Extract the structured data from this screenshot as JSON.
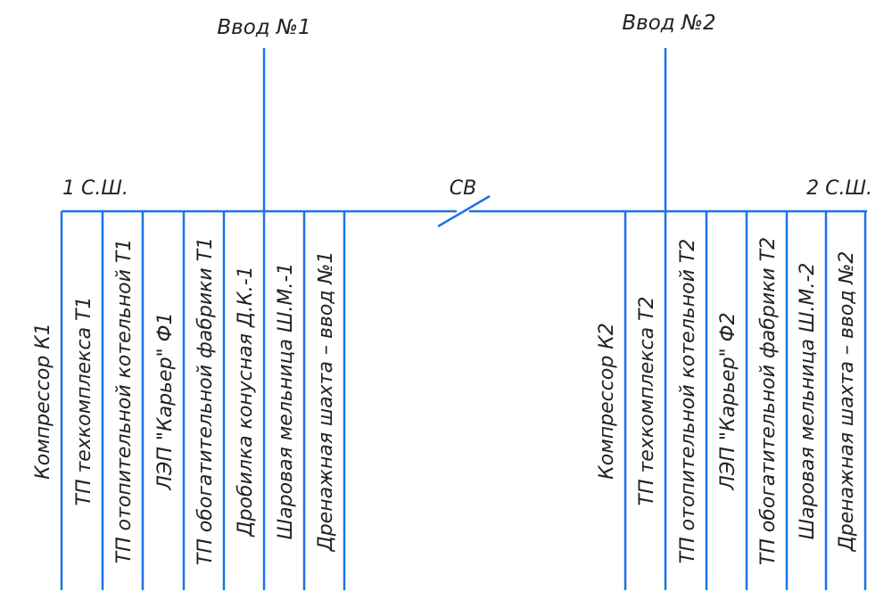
{
  "colors": {
    "line": "#1a73e8",
    "text": "#222222",
    "background": "#ffffff"
  },
  "inputs": [
    {
      "label": "Ввод №1"
    },
    {
      "label": "Ввод №2"
    }
  ],
  "buses": {
    "left_label": "1 С.Ш.",
    "right_label": "2 С.Ш.",
    "switch_label": "СВ"
  },
  "feeders_left": [
    {
      "label": "Компрессор К1"
    },
    {
      "label": "ТП техкомплекса Т1"
    },
    {
      "label": "ТП отопительной котельной Т1"
    },
    {
      "label": "ЛЭП \"Карьер\" Ф1"
    },
    {
      "label": "ТП обогатительной фабрики Т1"
    },
    {
      "label": "Дробилка конусная Д.К.-1"
    },
    {
      "label": "Шаровая мельница Ш.М.-1"
    },
    {
      "label": "Дренажная шахта – ввод №1"
    }
  ],
  "feeders_right": [
    {
      "label": "Компрессор К2"
    },
    {
      "label": "ТП техкомплекса Т2"
    },
    {
      "label": "ТП отопительной котельной Т2"
    },
    {
      "label": "ЛЭП \"Карьер\" Ф2"
    },
    {
      "label": "ТП обогатительной фабрики Т2"
    },
    {
      "label": "Шаровая мельница Ш.М.-2"
    },
    {
      "label": "Дренажная шахта – ввод №2"
    }
  ]
}
